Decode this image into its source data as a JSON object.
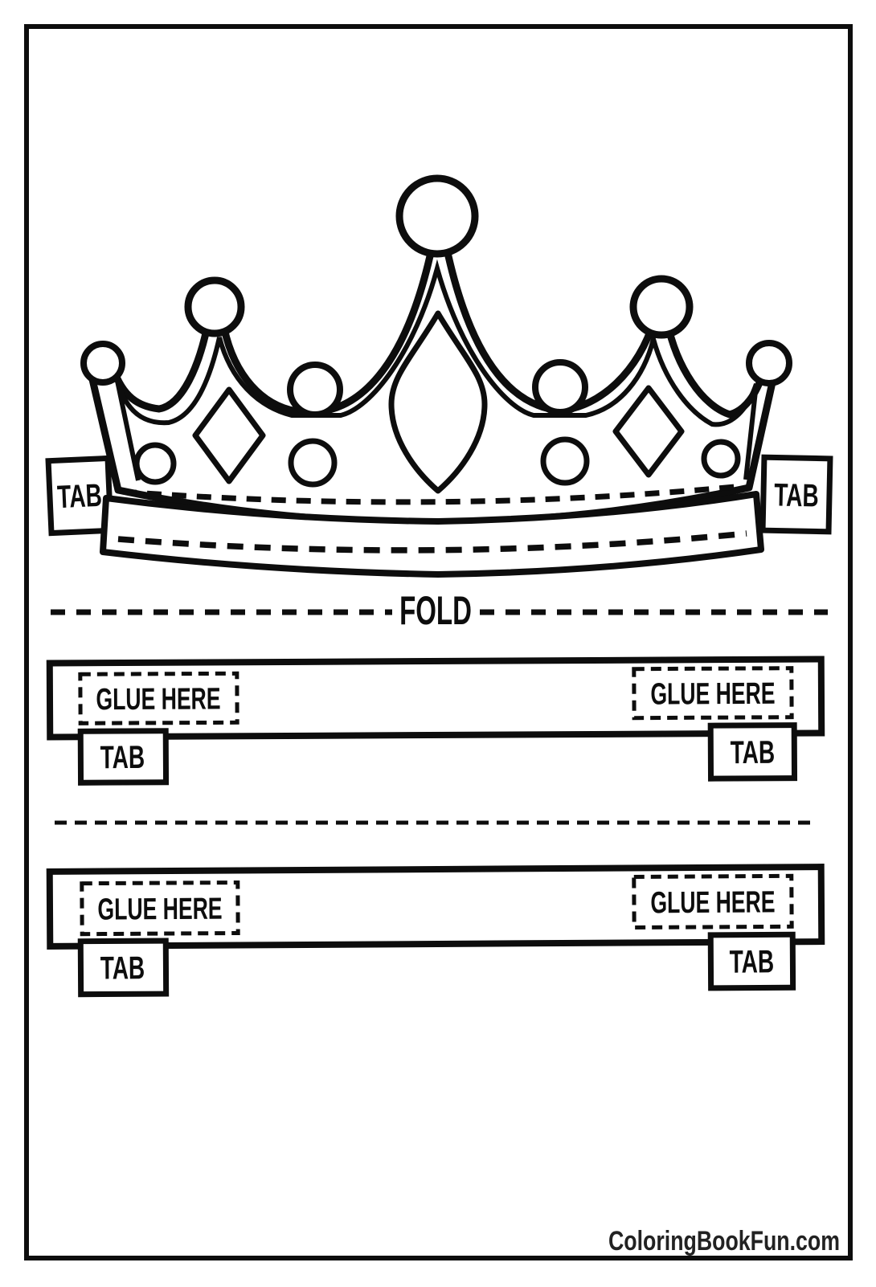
{
  "page": {
    "background_color": "#ffffff",
    "ink_color": "#0d0d0d",
    "watermark": "ColoringBookFun.com"
  },
  "labels": {
    "fold": "FOLD",
    "tab": "TAB",
    "glue_here": "GLUE HERE"
  }
}
